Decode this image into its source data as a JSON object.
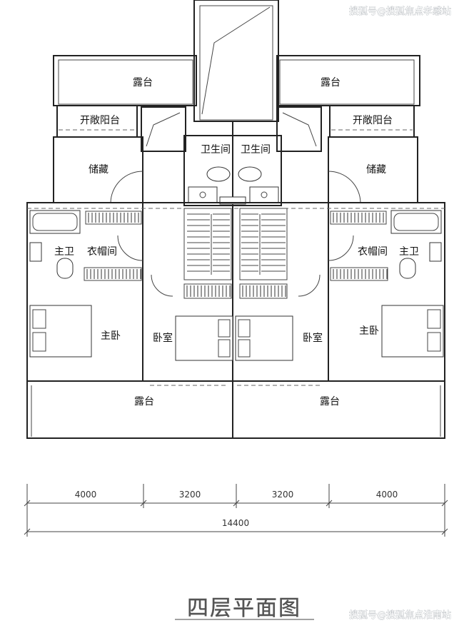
{
  "watermark_top": "搜狐号@搜狐焦点孝感站",
  "watermark_bottom": "搜狐号@搜狐焦点淮南站",
  "title": "四层平面图",
  "rooms": {
    "terrace_top_left": "露台",
    "terrace_top_right": "露台",
    "open_balcony_left": "开敞阳台",
    "open_balcony_right": "开敞阳台",
    "storage_left": "储藏",
    "storage_right": "储藏",
    "bath_left": "卫生间",
    "bath_right": "卫生间",
    "master_bath_left": "主卫",
    "master_bath_right": "主卫",
    "closet_left": "衣帽间",
    "closet_right": "衣帽间",
    "master_bed_left": "主卧",
    "master_bed_right": "主卧",
    "bedroom_left": "卧室",
    "bedroom_right": "卧室",
    "terrace_bottom_left": "露台",
    "terrace_bottom_right": "露台"
  },
  "dimensions": {
    "segments": [
      "4000",
      "3200",
      "3200",
      "4000"
    ],
    "total": "14400"
  }
}
